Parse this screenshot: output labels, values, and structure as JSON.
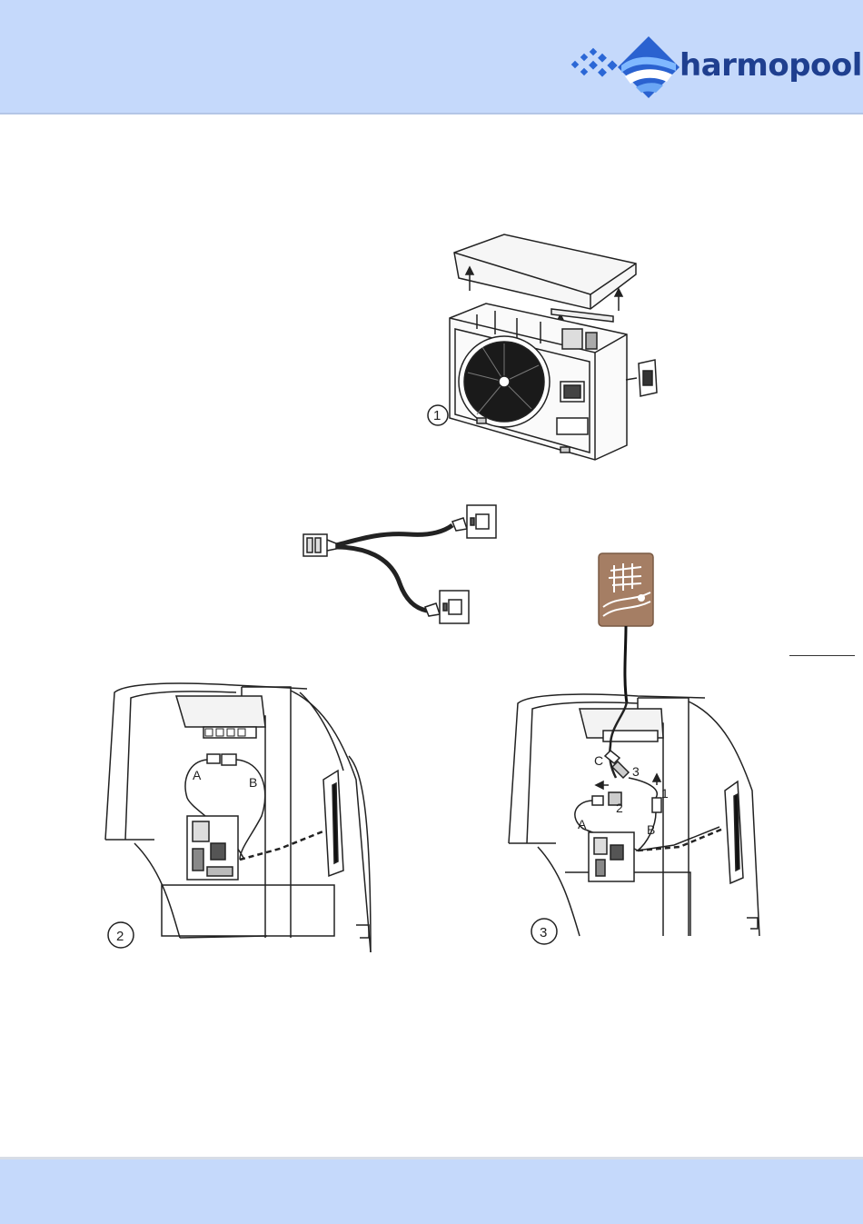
{
  "header": {
    "brand_name": "harmopool",
    "logo_icon": "harmopool-wave-logo",
    "band_color": "#c5d9fb",
    "brand_color": "#1f3f8f"
  },
  "figures": {
    "step1_label": "1",
    "step2_label": "2",
    "step3_label": "3",
    "step2_connectors": {
      "a": "A",
      "b": "B"
    },
    "step3_connectors": {
      "a": "A",
      "b": "B",
      "c": "C"
    },
    "step3_arrows": {
      "one": "1",
      "two": "2",
      "three": "3"
    }
  },
  "footer": {
    "band_color": "#c5d9fb"
  }
}
